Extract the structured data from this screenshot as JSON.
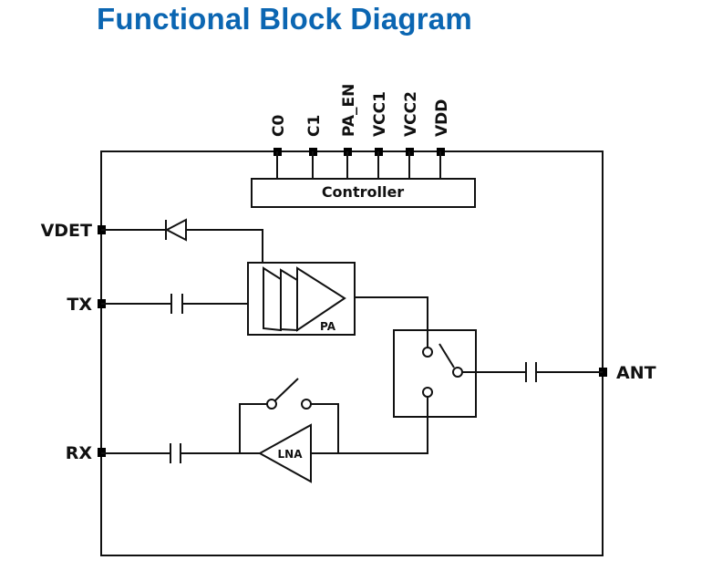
{
  "title": "Functional Block Diagram",
  "top_pins": [
    "C0",
    "C1",
    "PA_EN",
    "VCC1",
    "VCC2",
    "VDD"
  ],
  "left_pins": {
    "vdet": "VDET",
    "tx": "TX",
    "rx": "RX"
  },
  "right_pins": {
    "ant": "ANT"
  },
  "blocks": {
    "controller": "Controller",
    "pa": "PA",
    "lna": "LNA"
  },
  "colors": {
    "title": "#0b66b2",
    "line": "#111111"
  }
}
